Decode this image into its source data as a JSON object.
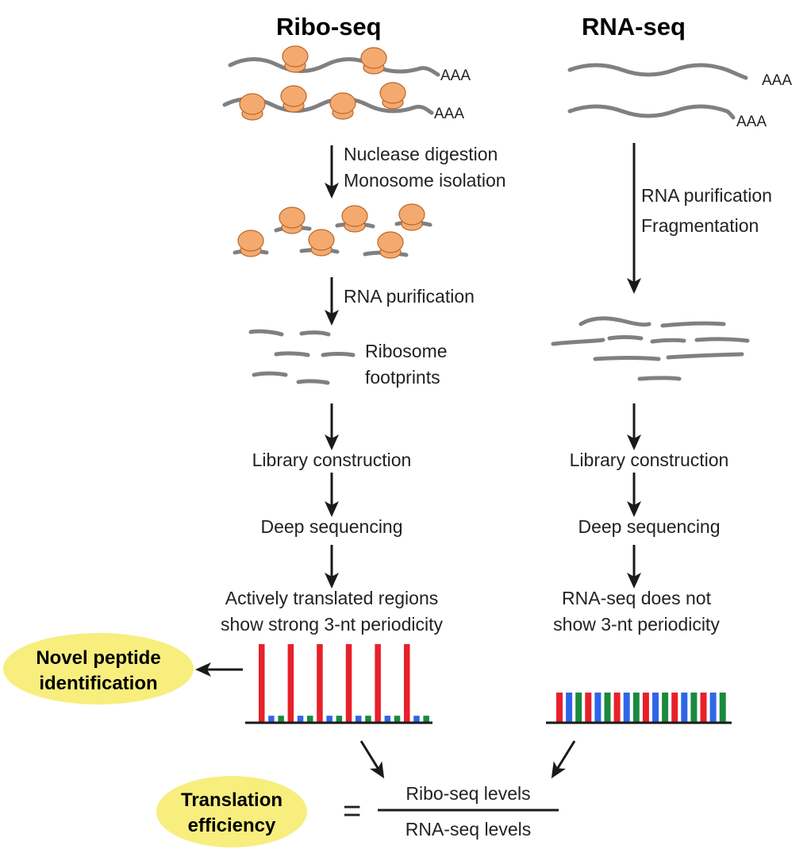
{
  "headers": {
    "ribo": "Ribo-seq",
    "rna": "RNA-seq"
  },
  "polya": "AAA",
  "ribo_steps": {
    "digestion_line1": "Nuclease digestion",
    "digestion_line2": "Monosome isolation",
    "purification": "RNA purification",
    "footprints_line1": "Ribosome",
    "footprints_line2": "footprints",
    "library": "Library construction",
    "sequencing": "Deep sequencing",
    "result_line1": "Actively translated regions",
    "result_line2": "show strong 3-nt periodicity"
  },
  "rna_steps": {
    "purification_line1": "RNA purification",
    "purification_line2": "Fragmentation",
    "library": "Library construction",
    "sequencing": "Deep sequencing",
    "result_line1": "RNA-seq does not",
    "result_line2": "show 3-nt periodicity"
  },
  "outcomes": {
    "novel_line1": "Novel peptide",
    "novel_line2": "identification",
    "te_line1": "Translation",
    "te_line2": "efficiency",
    "equals": "=",
    "numerator": "Ribo-seq levels",
    "denominator": "RNA-seq levels"
  },
  "colors": {
    "frame1": "#e8202a",
    "frame2": "#2f66e8",
    "frame3": "#1a8a3e",
    "ribosome": "#f4aa6e",
    "ribosome_stroke": "#b9662a",
    "rna": "#808080",
    "oval": "#f7ee7e",
    "arrow": "#1a1a1a"
  }
}
